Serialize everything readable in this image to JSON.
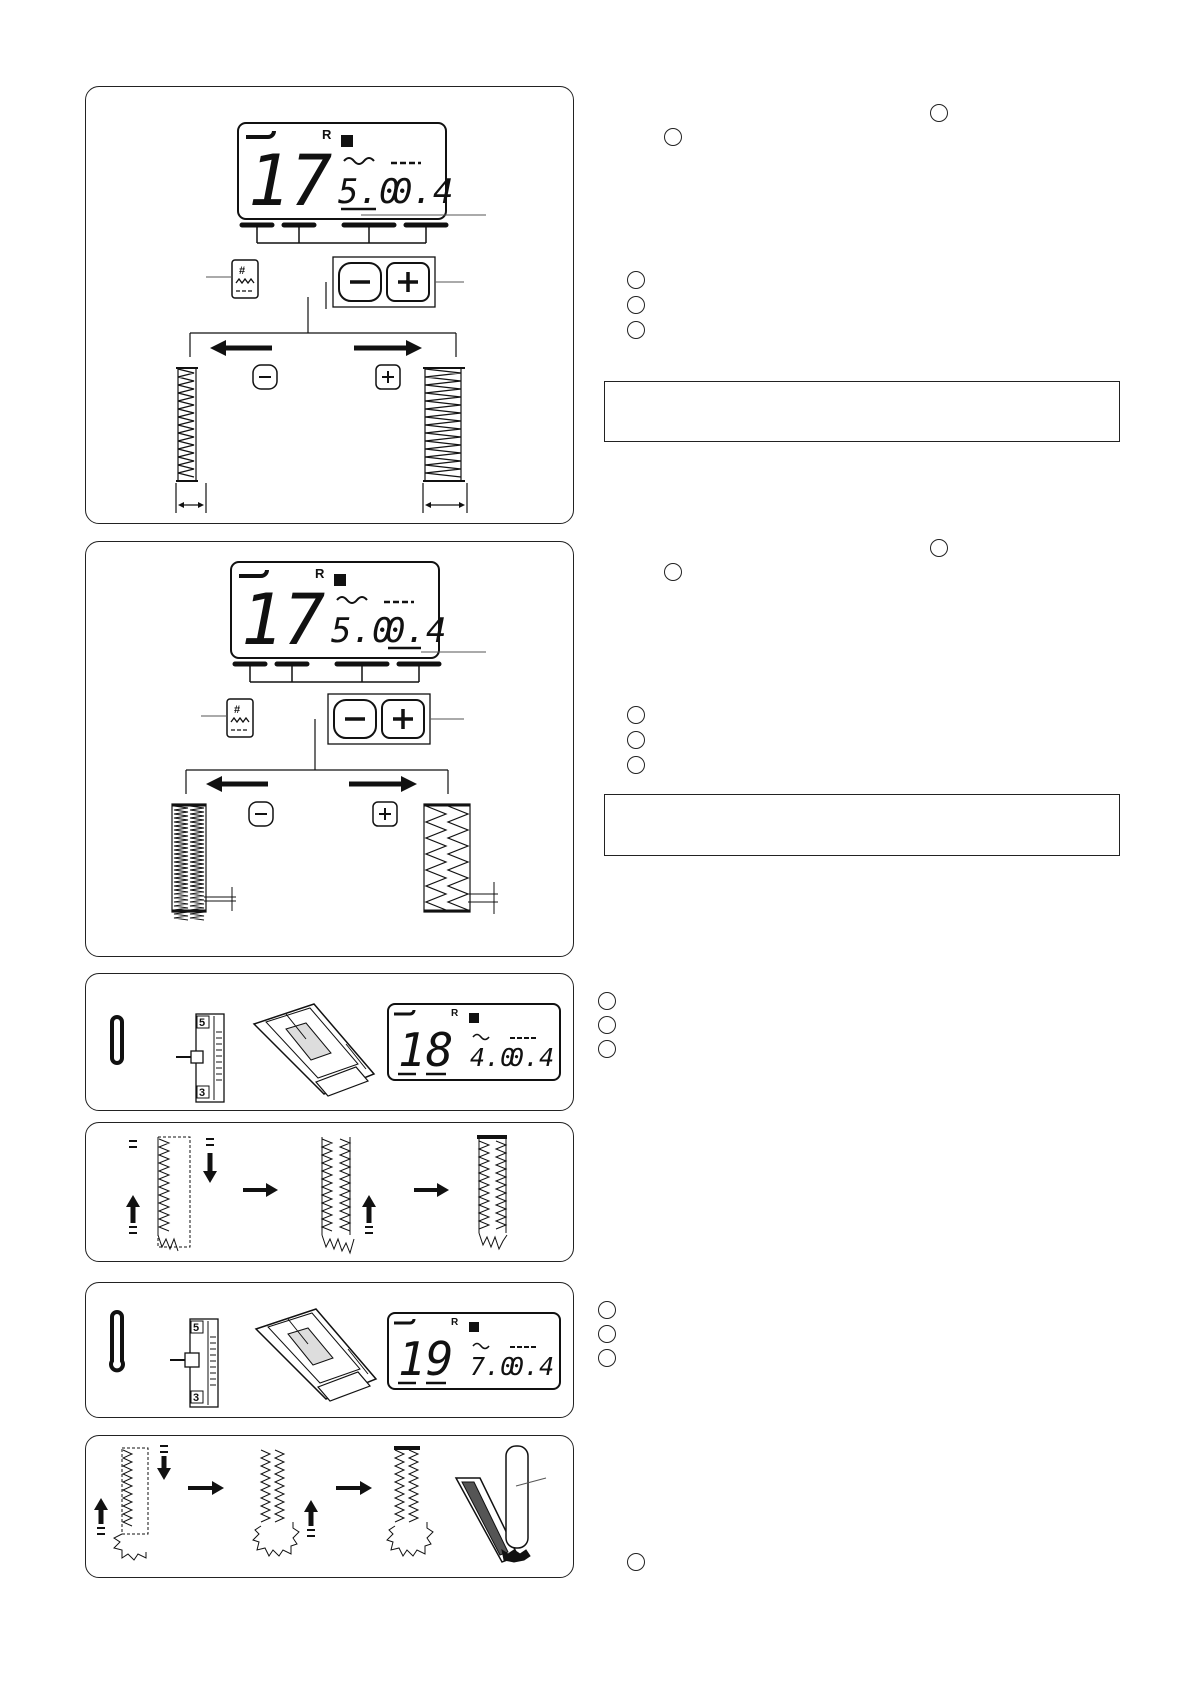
{
  "panels": [
    {
      "id": "width-adjust",
      "display": {
        "pattern": "17",
        "indicator": "R",
        "width": "5.0",
        "length": "0.4"
      }
    },
    {
      "id": "density-adjust",
      "display": {
        "pattern": "17",
        "indicator": "R",
        "width": "5.0",
        "length": "0.4"
      }
    },
    {
      "id": "square-buttonhole",
      "display": {
        "pattern": "18",
        "indicator": "R",
        "width": "4.0",
        "length": "0.4"
      },
      "gauge_top": "5",
      "gauge_bottom": "3"
    },
    {
      "id": "square-buttonhole-sequence"
    },
    {
      "id": "keyhole-buttonhole",
      "display": {
        "pattern": "19",
        "indicator": "R",
        "width": "7.0",
        "length": "0.4"
      },
      "gauge_top": "5",
      "gauge_bottom": "3"
    },
    {
      "id": "keyhole-buttonhole-sequence"
    }
  ],
  "icons": {
    "minus": "minus-key-icon",
    "plus": "plus-key-icon",
    "adjust": "stitch-adjust-key-icon",
    "presser_foot": "presser-foot-icon",
    "buttonhole_foot": "buttonhole-foot-icon"
  }
}
